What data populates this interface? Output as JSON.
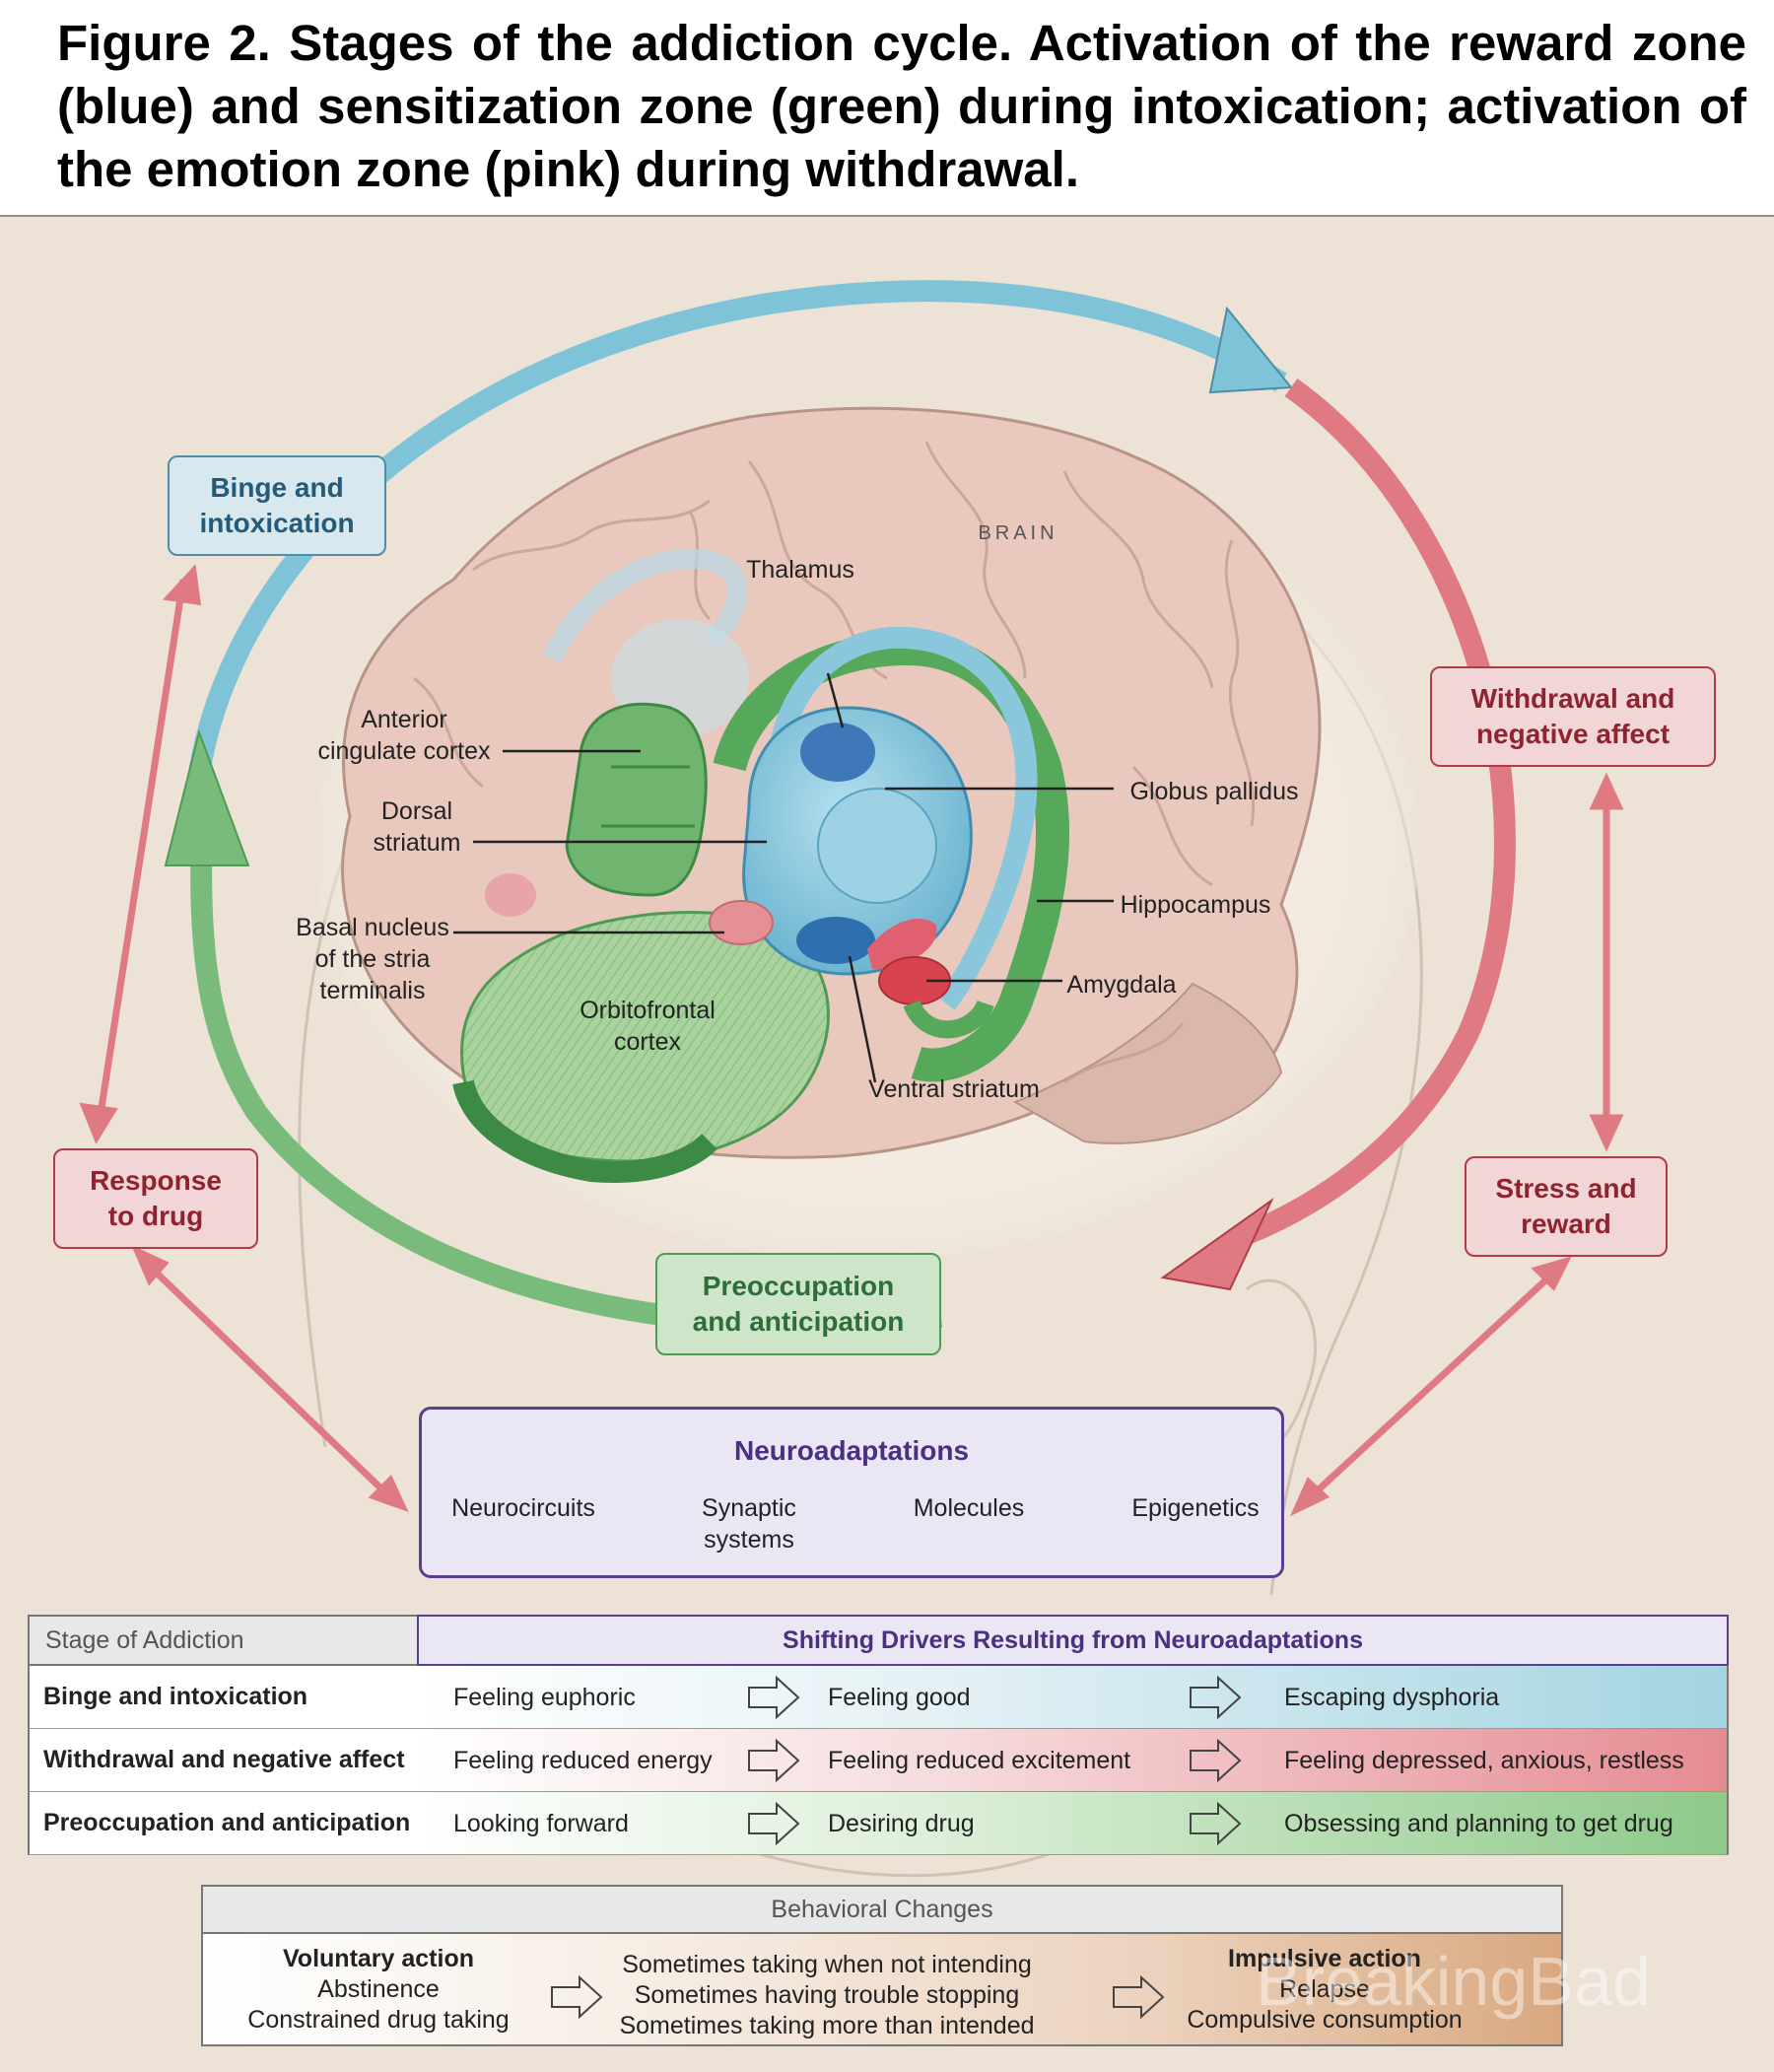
{
  "caption": "Figure 2. Stages of the addiction cycle. Activation of the reward zone (blue) and sensitization zone (green) during intoxication; activation of the emotion zone (pink) during withdrawal.",
  "brain_label": "BRAIN",
  "structures": {
    "thalamus": "Thalamus",
    "anterior_cingulate": [
      "Anterior",
      "cingulate cortex"
    ],
    "dorsal_striatum": [
      "Dorsal",
      "striatum"
    ],
    "basal_nucleus": [
      "Basal nucleus",
      "of the stria",
      "terminalis"
    ],
    "orbitofrontal": [
      "Orbitofrontal",
      "cortex"
    ],
    "globus_pallidus": "Globus pallidus",
    "hippocampus": "Hippocampus",
    "amygdala": "Amygdala",
    "ventral_striatum": "Ventral striatum"
  },
  "stages": {
    "binge": [
      "Binge and",
      "intoxication"
    ],
    "withdrawal": [
      "Withdrawal and",
      "negative affect"
    ],
    "preoccupation": [
      "Preoccupation",
      "and anticipation"
    ],
    "response": [
      "Response",
      "to drug"
    ],
    "stress": [
      "Stress and",
      "reward"
    ]
  },
  "neuroadaptations": {
    "title": "Neuroadaptations",
    "items": [
      "Neurocircuits",
      "Synaptic systems",
      "Molecules",
      "Epigenetics"
    ],
    "synaptic_lines": [
      "Synaptic",
      "systems"
    ]
  },
  "table": {
    "header_left": "Stage of Addiction",
    "header_right": "Shifting Drivers Resulting from Neuroadaptations",
    "rows": [
      {
        "stage": "Binge and intoxication",
        "drivers": [
          "Feeling euphoric",
          "Feeling good",
          "Escaping dysphoria"
        ]
      },
      {
        "stage": "Withdrawal and negative affect",
        "drivers": [
          "Feeling reduced energy",
          "Feeling reduced excitement",
          "Feeling depressed, anxious, restless"
        ]
      },
      {
        "stage": "Preoccupation and anticipation",
        "drivers": [
          "Looking forward",
          "Desiring drug",
          "Obsessing and planning to get drug"
        ]
      }
    ]
  },
  "behavior": {
    "title": "Behavioral Changes",
    "voluntary": {
      "heading": "Voluntary action",
      "lines": [
        "Abstinence",
        "Constrained drug taking"
      ]
    },
    "middle": [
      "Sometimes taking when not intending",
      "Sometimes having trouble stopping",
      "Sometimes taking more than intended"
    ],
    "impulsive": {
      "heading": "Impulsive action",
      "lines": [
        "Relapse",
        "Compulsive consumption"
      ]
    }
  },
  "watermark": "BreakingBad",
  "colors": {
    "reward_blue": "#7fc3d8",
    "sensitization_green": "#56a85b",
    "emotion_pink": "#e07a82",
    "neuro_purple": "#5b3f8e"
  }
}
